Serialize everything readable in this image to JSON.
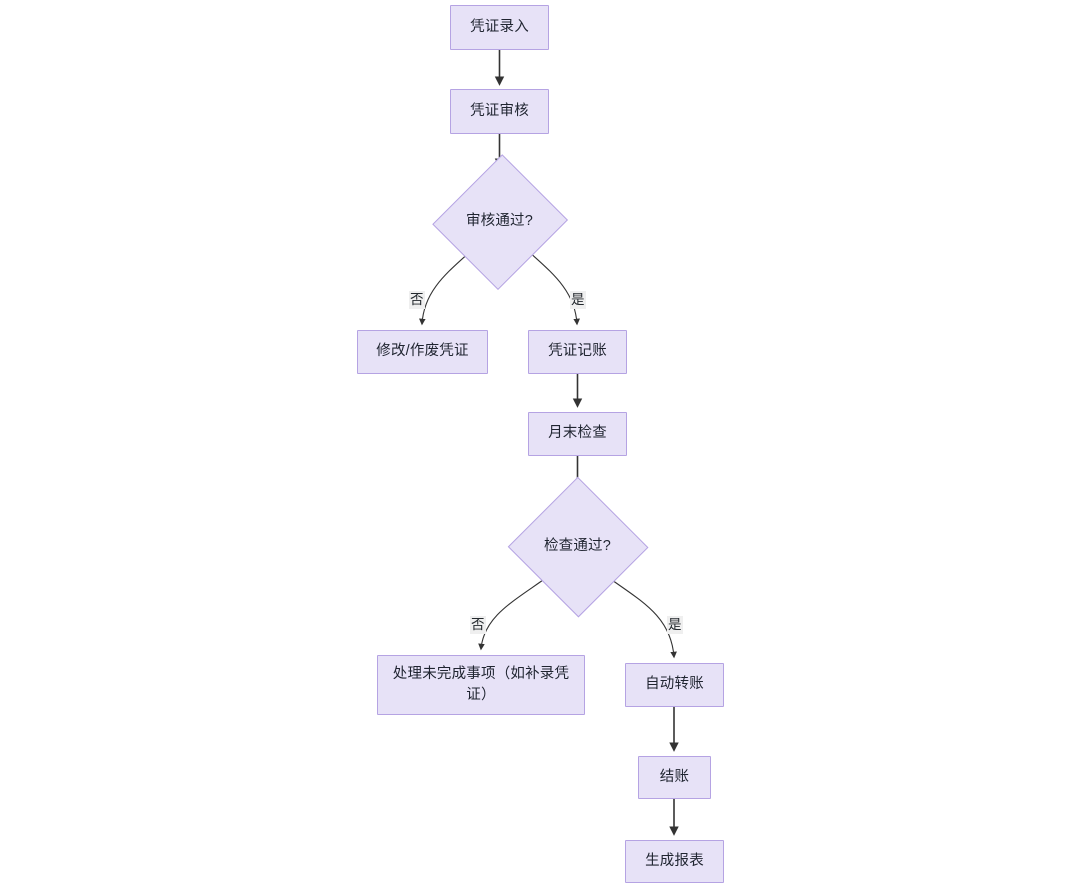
{
  "diagram": {
    "type": "flowchart",
    "orientation": "top-to-bottom",
    "title": "",
    "theme": {
      "node_fill": "#e7e2f7",
      "node_border": "#b5a3e3",
      "edge_color": "#333333",
      "text_color": "#1f2430",
      "label_background": "#efefef",
      "canvas_background": "#ffffff"
    },
    "nodes": [
      {
        "id": "n1",
        "shape": "process",
        "label": "凭证录入"
      },
      {
        "id": "n2",
        "shape": "process",
        "label": "凭证审核"
      },
      {
        "id": "n3",
        "shape": "decision",
        "label": "审核通过?"
      },
      {
        "id": "n4",
        "shape": "process",
        "label": "修改/作废凭证"
      },
      {
        "id": "n5",
        "shape": "process",
        "label": "凭证记账"
      },
      {
        "id": "n6",
        "shape": "process",
        "label": "月末检查"
      },
      {
        "id": "n7",
        "shape": "decision",
        "label": "检查通过?"
      },
      {
        "id": "n8",
        "shape": "process",
        "label": "处理未完成事项（如补录凭证）"
      },
      {
        "id": "n9",
        "shape": "process",
        "label": "自动转账"
      },
      {
        "id": "n10",
        "shape": "process",
        "label": "结账"
      },
      {
        "id": "n11",
        "shape": "process",
        "label": "生成报表"
      }
    ],
    "edges": [
      {
        "from": "n1",
        "to": "n2",
        "label": ""
      },
      {
        "from": "n2",
        "to": "n3",
        "label": ""
      },
      {
        "from": "n3",
        "to": "n4",
        "label": "否"
      },
      {
        "from": "n3",
        "to": "n5",
        "label": "是"
      },
      {
        "from": "n5",
        "to": "n6",
        "label": ""
      },
      {
        "from": "n6",
        "to": "n7",
        "label": ""
      },
      {
        "from": "n7",
        "to": "n8",
        "label": "否"
      },
      {
        "from": "n7",
        "to": "n9",
        "label": "是"
      },
      {
        "from": "n9",
        "to": "n10",
        "label": ""
      },
      {
        "from": "n10",
        "to": "n11",
        "label": ""
      }
    ],
    "edge_labels": {
      "branch_no_1": "否",
      "branch_yes_1": "是",
      "branch_no_2": "否",
      "branch_yes_2": "是"
    }
  }
}
